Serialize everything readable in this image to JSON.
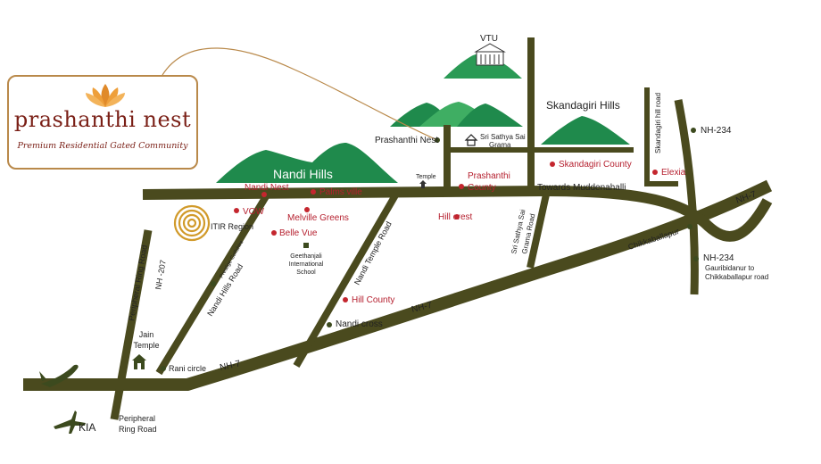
{
  "logo": {
    "title": "prashanthi nest",
    "tagline": "Premium Residential Gated Community",
    "brand_color": "#7a1f16",
    "frame_color": "#b9894a"
  },
  "colors": {
    "road": "#4a4a1e",
    "hill": "#1f8a4c",
    "hill_light": "#3fae63",
    "poi_marker": "#c4262e",
    "poi_text": "#b51f2e",
    "landmark_marker": "#3c4a1e",
    "label_text": "#222222"
  },
  "hills": {
    "vtu": "VTU",
    "skandagiri": "Skandagiri Hills",
    "nandi": "Nandi Hills"
  },
  "places": {
    "prashanthi_nest": "Prashanthi Nest",
    "sri_sathya_sai_grama": "Sri Sathya Sai Grama",
    "skandagiri_county": "Skandagiri County",
    "elexia": "Elexia",
    "nandi_nest": "Nandi Nest",
    "palms_ville": "Palms ville",
    "temple": "Temple",
    "prashanthi_county": "Prashanthi County",
    "hill_crest": "Hill crest",
    "towards_muddenahalli": "Towards Muddenahalli",
    "vow": "VOW",
    "melville_greens": "Melville Greens",
    "itir_region": "ITIR Region",
    "belle_vue": "Belle Vue",
    "geethanjali_school": "Geethanjali International School",
    "prestige_golfshire": "Prestige Golfshire",
    "hill_county": "Hill County",
    "nandi_cross": "Nandi cross",
    "jain_temple": "Jain Temple",
    "rani_circle": "Rani circle",
    "chikkaballapur": "Chikkaballapur",
    "gauribidanur": "Gauribidanur to Chikkaballapur road",
    "kia": "KIA"
  },
  "roads": {
    "nh7_a": "NH-7",
    "nh7_b": "NH-7",
    "nh7_c": "NH-7",
    "nh234_a": "NH-234",
    "nh234_b": "NH-234",
    "nh207": "NH -207",
    "peripheral_ring_road_a": "Peripheral Ring Road",
    "peripheral_ring_road_b": "Peripheral Ring Road",
    "nandi_hills_road": "Nandi Hills Road",
    "nandi_temple_road": "Nandi Temple Road",
    "sri_sathya_sai_grama_road": "Sri Sathya Sai Grama Road",
    "skandagiri_hill_road": "Skandagiri hill road"
  }
}
